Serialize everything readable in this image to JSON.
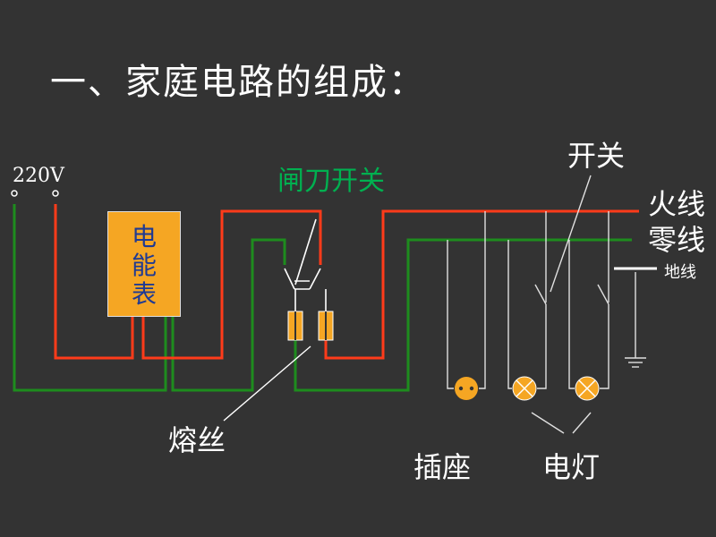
{
  "title": "一、家庭电路的组成：",
  "voltage_label": "220V",
  "knife_switch_label": "闸刀开关",
  "meter_label": "电能表",
  "switch_label": "开关",
  "live_wire_label": "火线",
  "neutral_wire_label": "零线",
  "ground_wire_label": "地线",
  "fuse_label": "熔丝",
  "socket_label": "插座",
  "lamp_label": "电灯",
  "colors": {
    "background": "#333333",
    "live_wire": "#ff3b1a",
    "neutral_wire": "#1e8c1e",
    "knife_switch_text": "#00b050",
    "meter_fill": "#f5a623",
    "meter_text": "#1f3a93",
    "fuse_fill": "#f5a623",
    "socket_fill": "#f5a623",
    "branch_wire": "#e0e0e0"
  }
}
